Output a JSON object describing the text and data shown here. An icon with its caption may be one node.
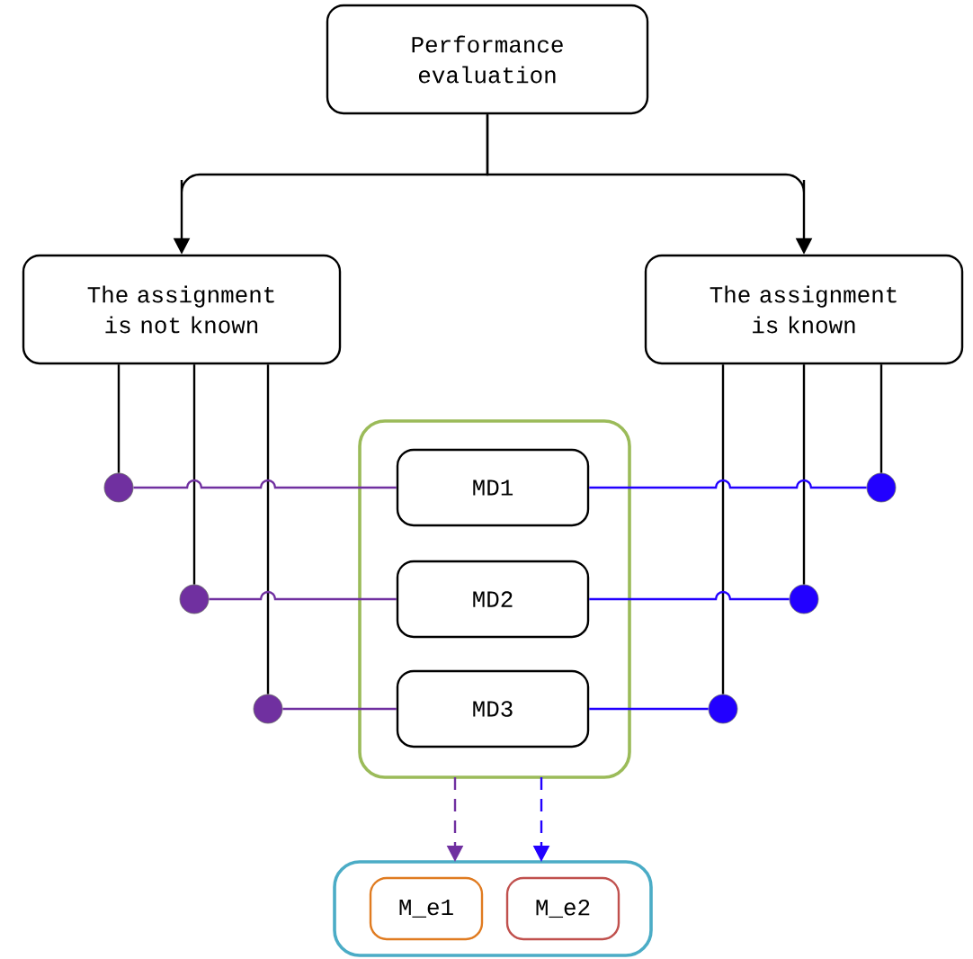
{
  "diagram": {
    "nodes": [
      {
        "text": [
          "Performance evaluation"
        ]
      },
      {
        "text": [
          "The assignment is not known"
        ]
      },
      {
        "text": [
          "The assignment is known"
        ]
      },
      {
        "text": [],
        "shape": "box"
      },
      {
        "text": [
          "MD1"
        ],
        "in": 3
      },
      {
        "text": [
          "MD2"
        ],
        "in": 3
      },
      {
        "text": [
          "MD3"
        ],
        "in": 3
      },
      {
        "text": [],
        "shape": "circle"
      },
      {
        "text": [],
        "shape": "circle"
      },
      {
        "text": [],
        "shape": "circle"
      },
      {
        "text": [],
        "shape": "circle"
      },
      {
        "text": [],
        "shape": "circle"
      },
      {
        "text": [],
        "shape": "circle"
      },
      {
        "text": [],
        "shape": "box"
      },
      {
        "text": [
          "M_e1"
        ],
        "in": 13
      },
      {
        "text": [
          "M_e2"
        ],
        "in": 13
      }
    ],
    "edges": [
      {
        "from": 0,
        "to": 1,
        "arrow": "to"
      },
      {
        "from": 0,
        "to": 2,
        "arrow": "to"
      },
      {
        "from": 1,
        "to": 7,
        "arrow": "none"
      },
      {
        "from": 1,
        "to": 8,
        "arrow": "none"
      },
      {
        "from": 1,
        "to": 9,
        "arrow": "none"
      },
      {
        "from": 2,
        "to": 12,
        "arrow": "none"
      },
      {
        "from": 2,
        "to": 11,
        "arrow": "none"
      },
      {
        "from": 2,
        "to": 10,
        "arrow": "none"
      },
      {
        "from": 7,
        "to": 4,
        "arrow": "none",
        "color": "#7030a0"
      },
      {
        "from": 8,
        "to": 5,
        "arrow": "none",
        "color": "#7030a0"
      },
      {
        "from": 9,
        "to": 6,
        "arrow": "none",
        "color": "#7030a0"
      },
      {
        "from": 4,
        "to": 10,
        "arrow": "none",
        "color": "#2200ff"
      },
      {
        "from": 5,
        "to": 11,
        "arrow": "none",
        "color": "#2200ff"
      },
      {
        "from": 6,
        "to": 12,
        "arrow": "none",
        "color": "#2200ff"
      },
      {
        "from": 3,
        "to": 13,
        "arrow": "to",
        "style": "dashed",
        "color": "#7030a0"
      },
      {
        "from": 3,
        "to": 13,
        "arrow": "to",
        "style": "dashed",
        "color": "#2200ff"
      }
    ]
  }
}
